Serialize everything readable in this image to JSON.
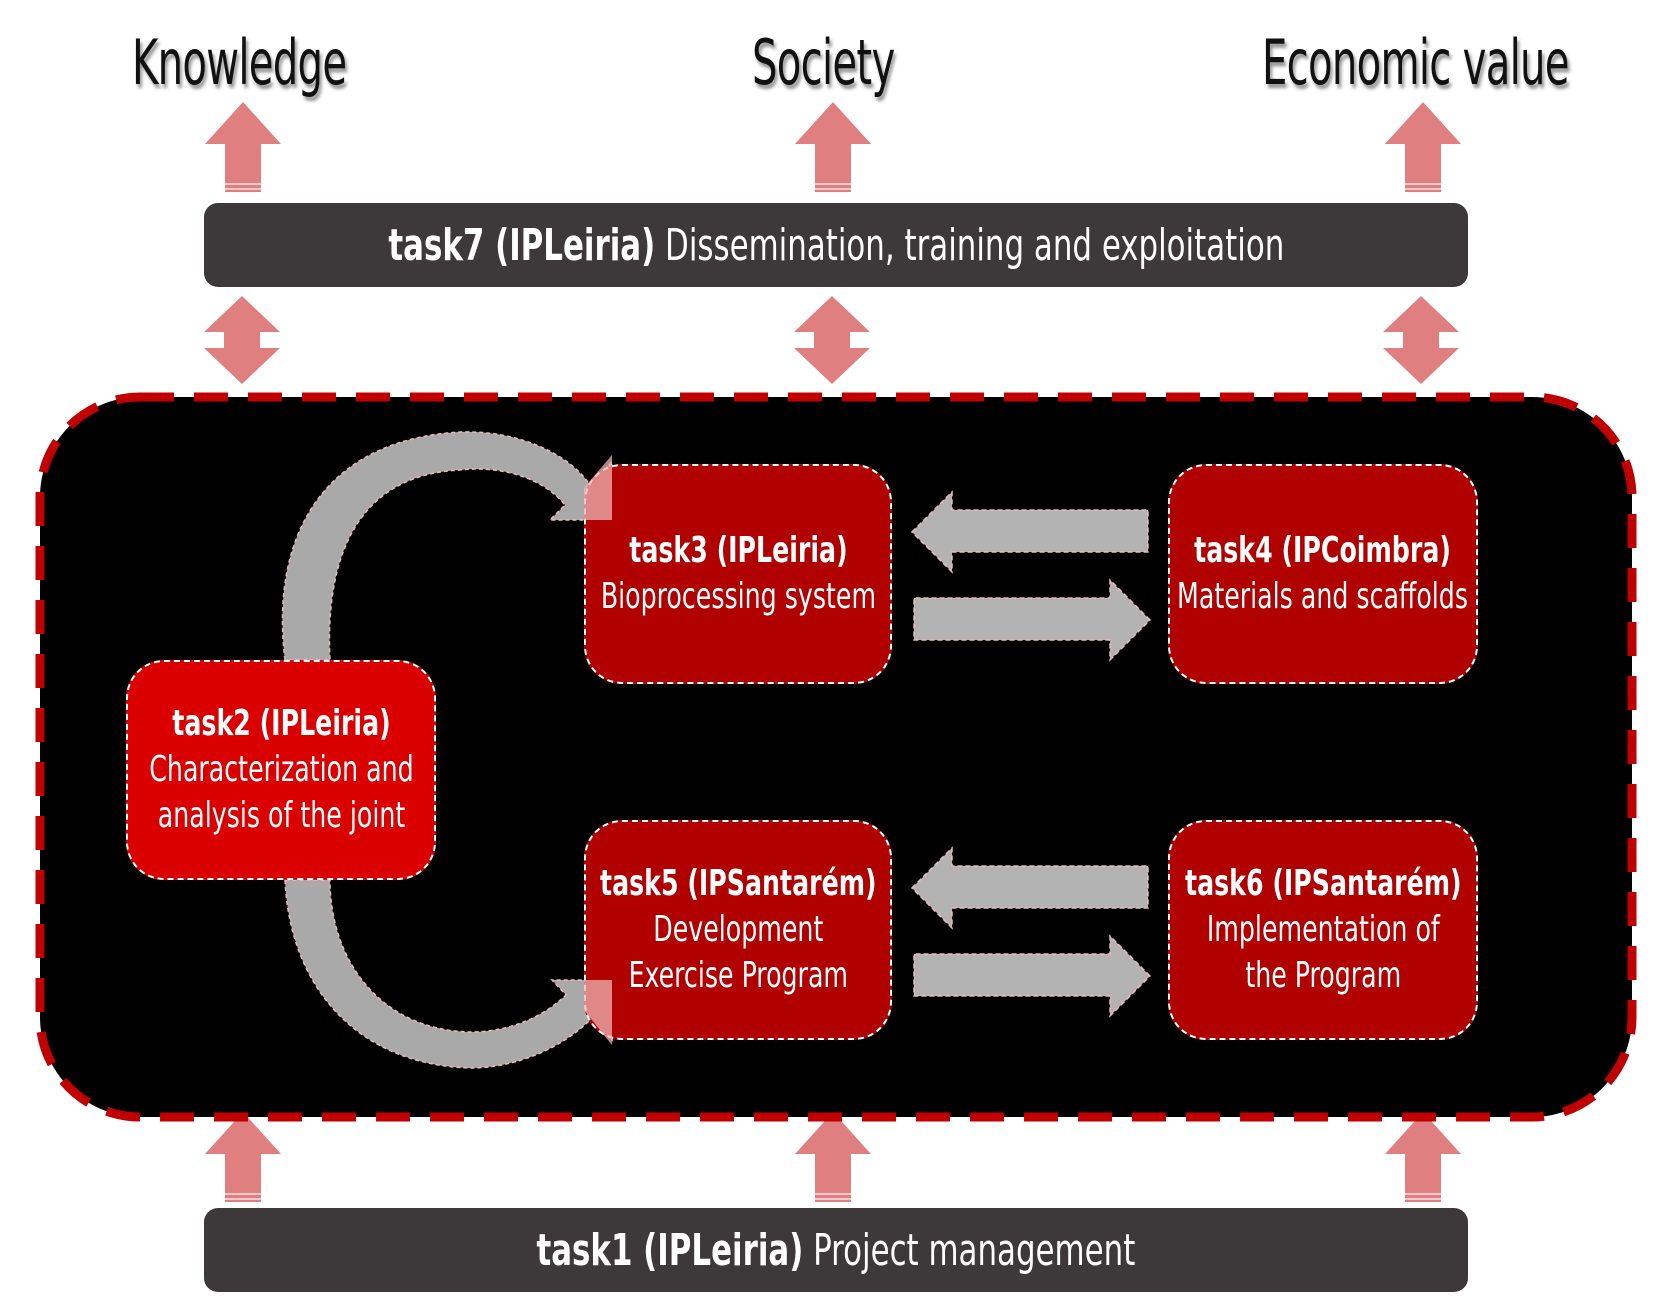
{
  "outcomes": [
    {
      "label": "Knowledge"
    },
    {
      "label": "Society"
    },
    {
      "label": "Economic value"
    }
  ],
  "top_bar": {
    "task_id": "task7 (IPLeiria)",
    "description": "Dissemination, training and exploitation"
  },
  "bottom_bar": {
    "task_id": "task1 (IPLeiria)",
    "description": "Project management"
  },
  "tasks": {
    "task2": {
      "title": "task2 (IPLeiria)",
      "lines": [
        "Characterization and",
        "analysis of the joint"
      ]
    },
    "task3": {
      "title": "task3 (IPLeiria)",
      "lines": [
        "Bioprocessing system"
      ]
    },
    "task4": {
      "title": "task4 (IPCoimbra)",
      "lines": [
        "Materials and scaffolds"
      ]
    },
    "task5": {
      "title": "task5 (IPSantarém)",
      "lines": [
        "Development",
        "Exercise Program"
      ]
    },
    "task6": {
      "title": "task6 (IPSantarém)",
      "lines": [
        "Implementation of",
        "the Program"
      ]
    }
  },
  "colors": {
    "pink_arrow": "#e07f80",
    "grey_arrow": "#b3b3b3",
    "dark_bar": "#3d3839",
    "task_dark_red": "#b00000",
    "task_bright_red": "#e60000",
    "panel_border": "#c00000",
    "panel_bg": "#000000"
  }
}
